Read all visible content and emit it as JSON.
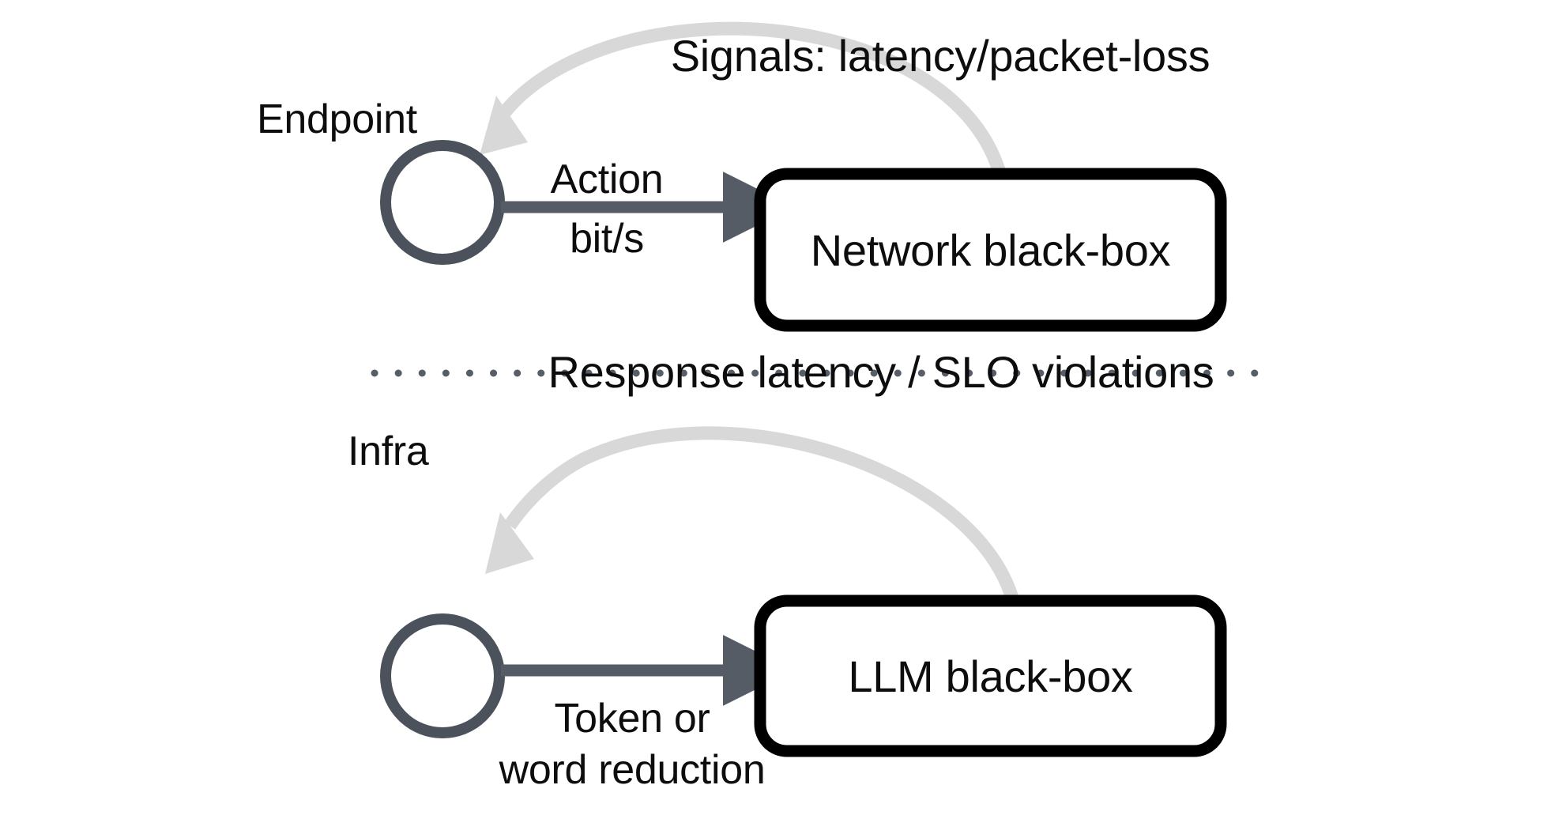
{
  "figure": {
    "title": "",
    "panels": [
      {
        "id": "network-panel",
        "agent_label": "Endpoint",
        "blackbox_label": "Network black-box",
        "action_label_line1": "Action",
        "action_label_line2": "bit/s",
        "feedback_label": "Signals: latency/packet-loss"
      },
      {
        "id": "llm-panel",
        "agent_label": "Infra",
        "blackbox_label": "LLM black-box",
        "action_label_line1": "Token or",
        "action_label_line2": "word reduction",
        "feedback_label": "Response latency / SLO violations"
      }
    ],
    "divider": "dotted-separator"
  },
  "colors": {
    "background": "#ffffff",
    "node_stroke": "#4c525b",
    "action_arrow": "#565c66",
    "feedback_arrow": "#d8d8d8",
    "box_border": "#000000",
    "box_fill": "#ffffff",
    "text": "#0d0d0d",
    "divider_dot": "#585e68"
  }
}
